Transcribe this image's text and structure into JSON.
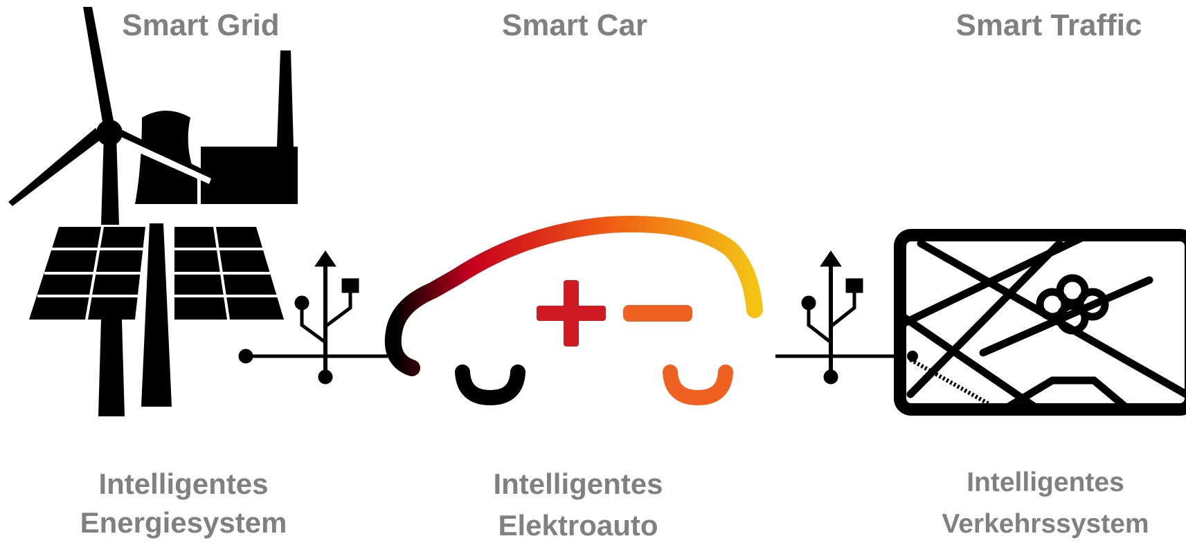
{
  "headings": {
    "grid": "Smart Grid",
    "car": "Smart Car",
    "traffic": "Smart Traffic"
  },
  "captions": {
    "grid": [
      "Intelligentes",
      "Energiesystem"
    ],
    "car": [
      "Intelligentes",
      "Elektroauto"
    ],
    "traffic": [
      "Intelligentes",
      "Verkehrssystem"
    ]
  },
  "icons": {
    "grid": [
      "wind-turbine-icon",
      "power-plant-icon",
      "solar-panel-icon"
    ],
    "connectors": [
      "usb-icon",
      "usb-icon"
    ],
    "car": "electric-car-icon",
    "traffic": "road-map-icon"
  },
  "colors": {
    "text": "#808080",
    "icon": "#000000",
    "car_gradient": [
      "#000000",
      "#c8001e",
      "#f05a14",
      "#f5c314"
    ],
    "plus": "#d01a22",
    "minus": "#f06020"
  }
}
